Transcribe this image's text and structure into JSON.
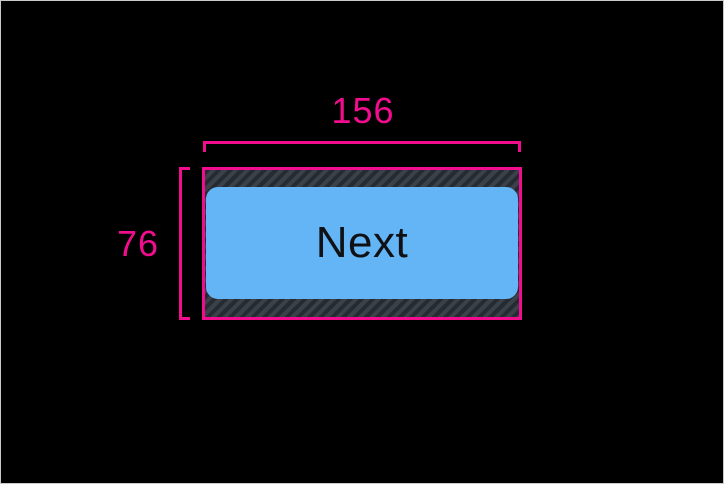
{
  "measurement_overlay": {
    "width_label": "156",
    "height_label": "76"
  },
  "button": {
    "label": "Next"
  },
  "colors": {
    "accent_pink": "#f20d8f",
    "button_fill": "#64b5f6",
    "button_text": "#101114",
    "canvas_bg": "#000000",
    "hatch_base": "#3a414a",
    "hatch_stripe": "#262b31",
    "frame_border": "#c9c9c9"
  }
}
